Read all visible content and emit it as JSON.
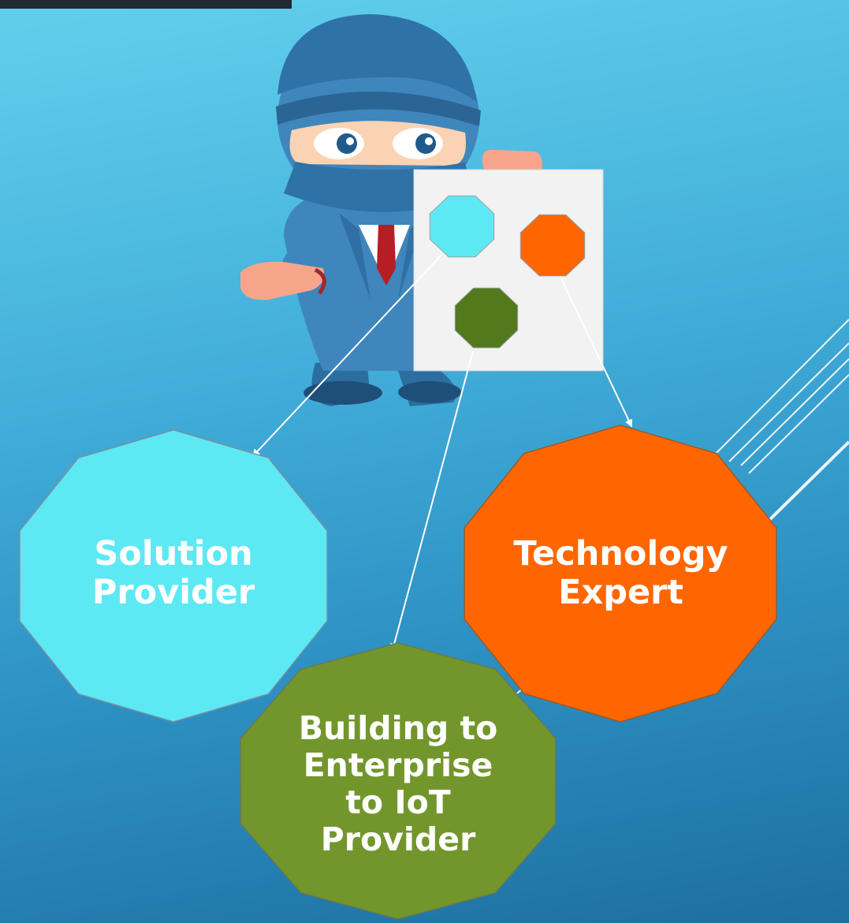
{
  "nodes": {
    "solution": {
      "lines": [
        "Solution",
        "Provider"
      ],
      "color": "#5de9f4"
    },
    "technology": {
      "lines": [
        "Technology",
        "Expert"
      ],
      "color": "#ff6600"
    },
    "building": {
      "lines": [
        "Building to",
        "Enterprise",
        "to IoT",
        "Provider"
      ],
      "color": "#72962c"
    }
  },
  "paper_icons": {
    "cyan": "#5de9f4",
    "orange": "#ff6600",
    "green": "#527a1c"
  },
  "background": {
    "top": "#62d0ec",
    "bottom": "#1d6fa0"
  }
}
